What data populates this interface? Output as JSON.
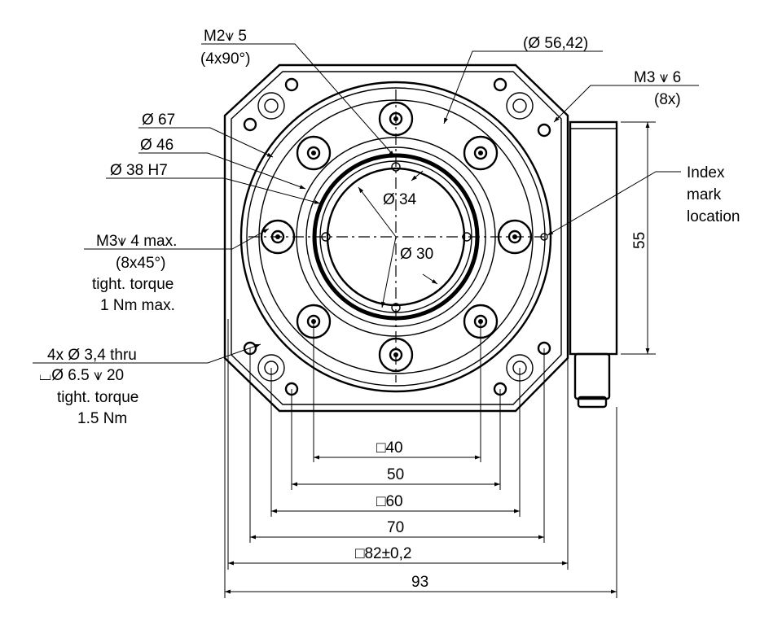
{
  "callouts": {
    "m2": {
      "line1": "M2⩛ 5",
      "line2": "(4x90°)"
    },
    "d5642": "(Ø 56,42)",
    "m3_6": {
      "line1": "M3 ⩛ 6",
      "line2": "(8x)"
    },
    "d67": "Ø 67",
    "d46": "Ø 46",
    "d38": "Ø 38 H7",
    "d34": "Ø 34",
    "d30": "Ø 30",
    "index": {
      "line1": "Index",
      "line2": "mark",
      "line3": "location"
    },
    "m3_4": {
      "line1": "M3⩛ 4 max.",
      "line2": "(8x45°)",
      "line3": "tight. torque",
      "line4": "1 Nm max."
    },
    "thru": {
      "line1": "4x Ø 3,4 thru",
      "line2": "⌴Ø 6.5 ⩛ 20",
      "line3": "tight. torque",
      "line4": "1.5 Nm"
    }
  },
  "dimensions": {
    "sq40": "□40",
    "d50": "50",
    "sq60": "□60",
    "d70": "70",
    "sq82": "□82±0,2",
    "d93": "93",
    "h55": "55"
  }
}
